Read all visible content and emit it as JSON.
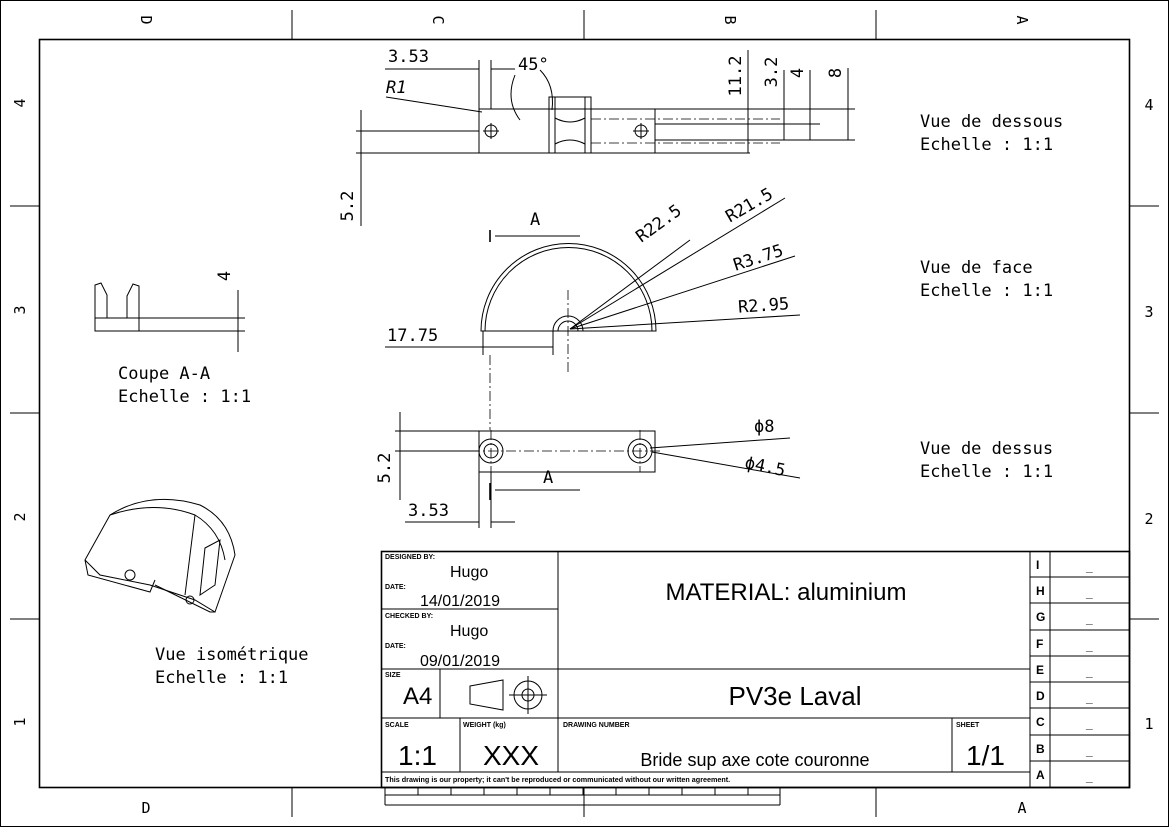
{
  "zones": {
    "cols_top": [
      "D",
      "C",
      "B",
      "A"
    ],
    "cols_bottom": [
      "D",
      "A"
    ],
    "rows": [
      "4",
      "3",
      "2",
      "1"
    ]
  },
  "views": {
    "bottom": {
      "title": "Vue de dessous",
      "scale": "Echelle :  1:1"
    },
    "front": {
      "title": "Vue de face",
      "scale": "Echelle :  1:1"
    },
    "top": {
      "title": "Vue de dessus",
      "scale": "Echelle :  1:1"
    },
    "section": {
      "title": "Coupe A-A",
      "scale": "Echelle :  1:1"
    },
    "iso": {
      "title": "Vue isométrique",
      "scale": "Echelle :  1:1"
    }
  },
  "dims": {
    "d353_top": "3.53",
    "angle45": "45°",
    "r1": "R1",
    "d112": "11.2",
    "d32": "3.2",
    "d4_top": "4",
    "d8_top": "8",
    "d52_top": "5.2",
    "section_a": "A",
    "r225": "R22.5",
    "r215": "R21.5",
    "r375": "R3.75",
    "r295": "R2.95",
    "d1775": "17.75",
    "d4_section": "4",
    "phi8": "ϕ8",
    "phi45": "ϕ4.5",
    "d52_bottom": "5.2",
    "d353_bottom": "3.53",
    "section_a2": "A"
  },
  "title_block": {
    "designed_by_label": "DESIGNED BY:",
    "designed_by": "Hugo",
    "date_label": "DATE:",
    "designed_date": "14/01/2019",
    "checked_by_label": "CHECKED BY:",
    "checked_by": "Hugo",
    "checked_date_label": "DATE:",
    "checked_date": "09/01/2019",
    "material": "MATERIAL: aluminium",
    "size_label": "SIZE",
    "size": "A4",
    "title": "PV3e Laval",
    "scale_label": "SCALE",
    "scale": "1:1",
    "weight_label": "WEIGHT (kg)",
    "weight": "XXX",
    "drawing_number_label": "DRAWING NUMBER",
    "drawing_number": "Bride sup axe cote couronne",
    "sheet_label": "SHEET",
    "sheet": "1/1",
    "disclaimer": "This drawing is our property; it can't be reproduced or communicated without our written agreement."
  },
  "revisions": [
    {
      "letter": "I",
      "value": "_"
    },
    {
      "letter": "H",
      "value": "_"
    },
    {
      "letter": "G",
      "value": "_"
    },
    {
      "letter": "F",
      "value": "_"
    },
    {
      "letter": "E",
      "value": "_"
    },
    {
      "letter": "D",
      "value": "_"
    },
    {
      "letter": "C",
      "value": "_"
    },
    {
      "letter": "B",
      "value": "_"
    },
    {
      "letter": "A",
      "value": "_"
    }
  ]
}
